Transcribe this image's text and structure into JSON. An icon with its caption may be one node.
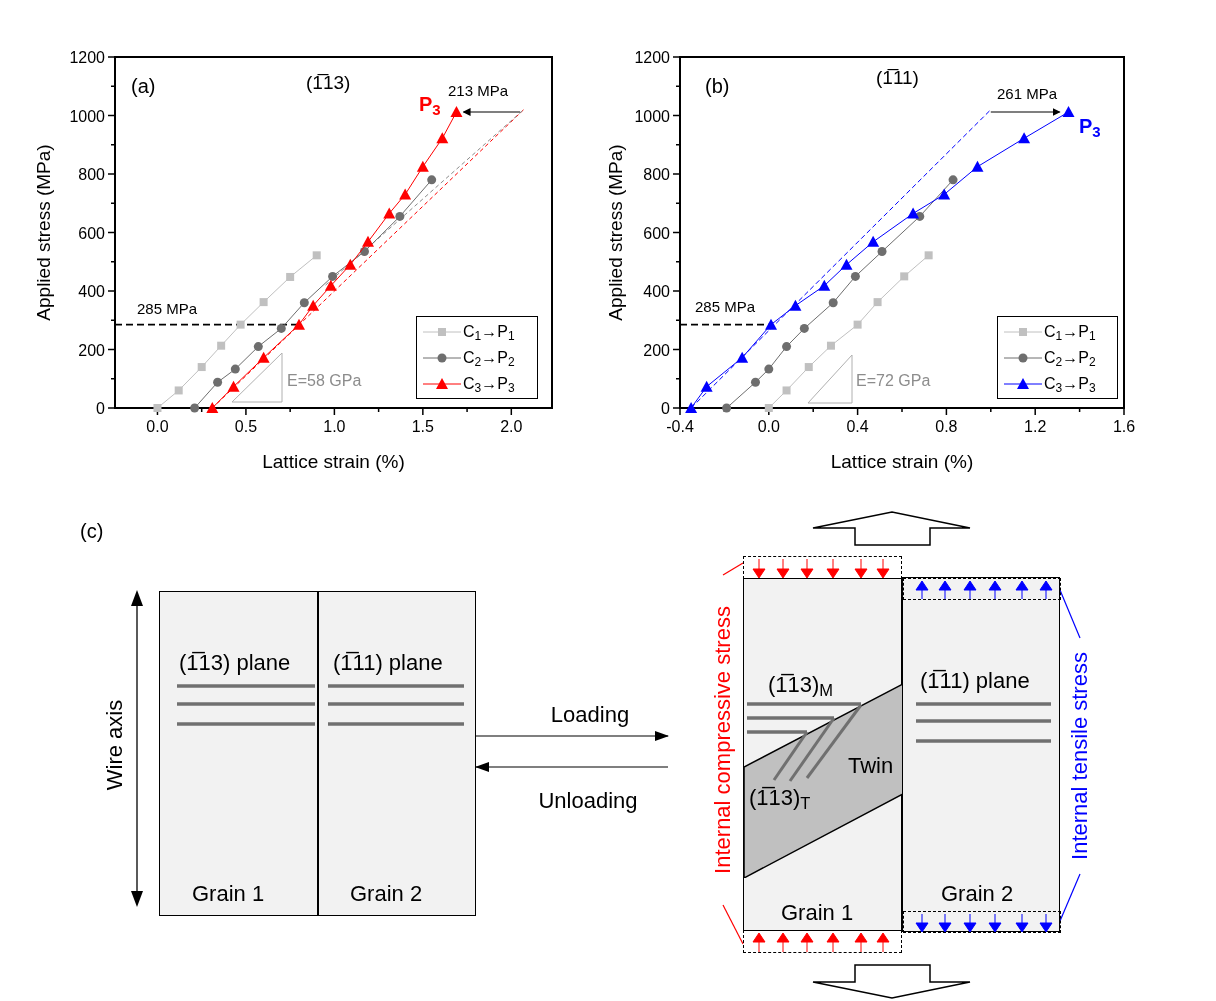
{
  "diagram": {
    "nodes": [
      {
        "text": [
          "(1̅13) plane",
          "Grain 1"
        ]
      },
      {
        "text": [
          "(1̅11) plane",
          "Grain 2"
        ]
      },
      {
        "text": [],
        "shape": "box"
      },
      {
        "text": [
          "(1̅13)$_{M}$",
          "Grain 1"
        ]
      },
      {
        "text": [
          "Twin",
          "(1̅13)$_{T}$"
        ],
        "in": 3
      },
      {
        "text": [
          "(1̅11) plane",
          "Grain 2"
        ]
      },
      {
        "text": [],
        "shape": "box",
        "in": 5
      },
      {
        "text": [],
        "shape": "box",
        "in": 5
      },
      {
        "text": [],
        "shape": "box"
      },
      {
        "text": [
          "Internal compressive stress"
        ]
      },
      {
        "text": [
          "Internal tensile stress"
        ]
      }
    ],
    "edges": [
      {
        "from": 1,
        "to": null,
        "arrow": "to",
        "label": "Loading"
      },
      {
        "from": null,
        "to": 1,
        "arrow": "to",
        "label": "Unloading"
      },
      {
        "from": 9,
        "to": 2,
        "arrow": "none",
        "color": "#ff0000"
      },
      {
        "from": 9,
        "to": 8,
        "arrow": "none",
        "color": "#ff0000"
      },
      {
        "from": 10,
        "to": 6,
        "arrow": "none",
        "color": "#0000ff"
      },
      {
        "from": 10,
        "to": 7,
        "arrow": "none",
        "color": "#0000ff"
      }
    ],
    "labels": [
      "(c)",
      "Wire axis"
    ],
    "chart_data": [
      {
        "type": "line",
        "title": "(1̅13)",
        "xlabel": "Lattice strain (%)",
        "ylabel": "Applied stress (MPa)",
        "xlim": [
          -0.24,
          2.23
        ],
        "ylim": [
          0,
          1200
        ],
        "xticks": [
          {
            "value": 0,
            "label": "0.0"
          },
          {
            "value": 0.5,
            "label": "0.5"
          },
          {
            "value": 1,
            "label": "1.0"
          },
          {
            "value": 1.5,
            "label": "1.5"
          },
          {
            "value": 2,
            "label": "2.0"
          }
        ],
        "yticks": [
          0,
          200,
          400,
          600,
          800,
          1000,
          1200
        ],
        "series": [
          {
            "name": "C$_{1}$→P$_{1}$",
            "color": "#c0c0c0",
            "marker": "square",
            "x": [
              0,
              0.12,
              0.25,
              0.36,
              0.47,
              0.6,
              0.75,
              0.9
            ],
            "values": [
              0,
              60,
              140,
              213,
              285,
              362,
              448,
              522
            ]
          },
          {
            "name": "C$_{2}$→P$_{2}$",
            "color": "#6e6e6e",
            "marker": "circle",
            "x": [
              0.21,
              0.34,
              0.44,
              0.57,
              0.7,
              0.83,
              0.99,
              1.17,
              1.37,
              1.55
            ],
            "values": [
              0,
              88,
              133,
              210,
              272,
              360,
              450,
              535,
              655,
              780
            ]
          },
          {
            "name": "C$_{3}$→P$_{3}$",
            "color": "#ff0000",
            "marker": "triangle",
            "x": [
              0.31,
              0.43,
              0.6,
              0.8,
              0.88,
              0.98,
              1.09,
              1.19,
              1.31,
              1.4,
              1.5,
              1.61,
              1.69
            ],
            "values": [
              0,
              73,
              172,
              285,
              350,
              418,
              490,
              568,
              665,
              730,
              825,
              922,
              1012
            ]
          }
        ],
        "legend": "lower right",
        "ref_lines": [
          {
            "axis": "y",
            "value": 285
          }
        ],
        "annotations": [
          "(a)",
          "P$_{3}$",
          "213 MPa",
          "285 MPa",
          "E=58 GPa"
        ]
      },
      {
        "type": "line",
        "title": "(1̅11)",
        "xlabel": "Lattice strain (%)",
        "ylabel": "Applied stress (MPa)",
        "xlim": [
          -0.4,
          1.6
        ],
        "ylim": [
          0,
          1200
        ],
        "xticks": [
          {
            "value": -0.4,
            "label": "-0.4"
          },
          {
            "value": 0,
            "label": "0.0"
          },
          {
            "value": 0.4,
            "label": "0.4"
          },
          {
            "value": 0.8,
            "label": "0.8"
          },
          {
            "value": 1.2,
            "label": "1.2"
          },
          {
            "value": 1.6,
            "label": "1.6"
          }
        ],
        "yticks": [
          0,
          200,
          400,
          600,
          800,
          1000,
          1200
        ],
        "series": [
          {
            "name": "C$_{1}$→P$_{1}$",
            "color": "#c0c0c0",
            "marker": "square",
            "x": [
              0,
              0.08,
              0.18,
              0.28,
              0.4,
              0.49,
              0.61,
              0.72
            ],
            "values": [
              0,
              60,
              140,
              213,
              285,
              362,
              450,
              522
            ]
          },
          {
            "name": "C$_{2}$→P$_{2}$",
            "color": "#6e6e6e",
            "marker": "circle",
            "x": [
              -0.19,
              -0.06,
              0,
              0.08,
              0.16,
              0.29,
              0.39,
              0.51,
              0.68,
              0.83
            ],
            "values": [
              0,
              88,
              133,
              210,
              272,
              360,
              450,
              535,
              655,
              780
            ]
          },
          {
            "name": "C$_{3}$→P$_{3}$",
            "color": "#0000ff",
            "marker": "triangle",
            "x": [
              -0.35,
              -0.28,
              -0.12,
              0.01,
              0.12,
              0.25,
              0.35,
              0.47,
              0.65,
              0.79,
              0.94,
              1.15,
              1.35
            ],
            "values": [
              0,
              73,
              172,
              285,
              350,
              418,
              490,
              568,
              665,
              730,
              825,
              922,
              1012
            ]
          }
        ],
        "legend": "lower right",
        "ref_lines": [
          {
            "axis": "y",
            "value": 285
          }
        ],
        "annotations": [
          "(b)",
          "261 MPa",
          "P$_{3}$",
          "285 MPa",
          "E=72 GPa"
        ]
      }
    ]
  }
}
